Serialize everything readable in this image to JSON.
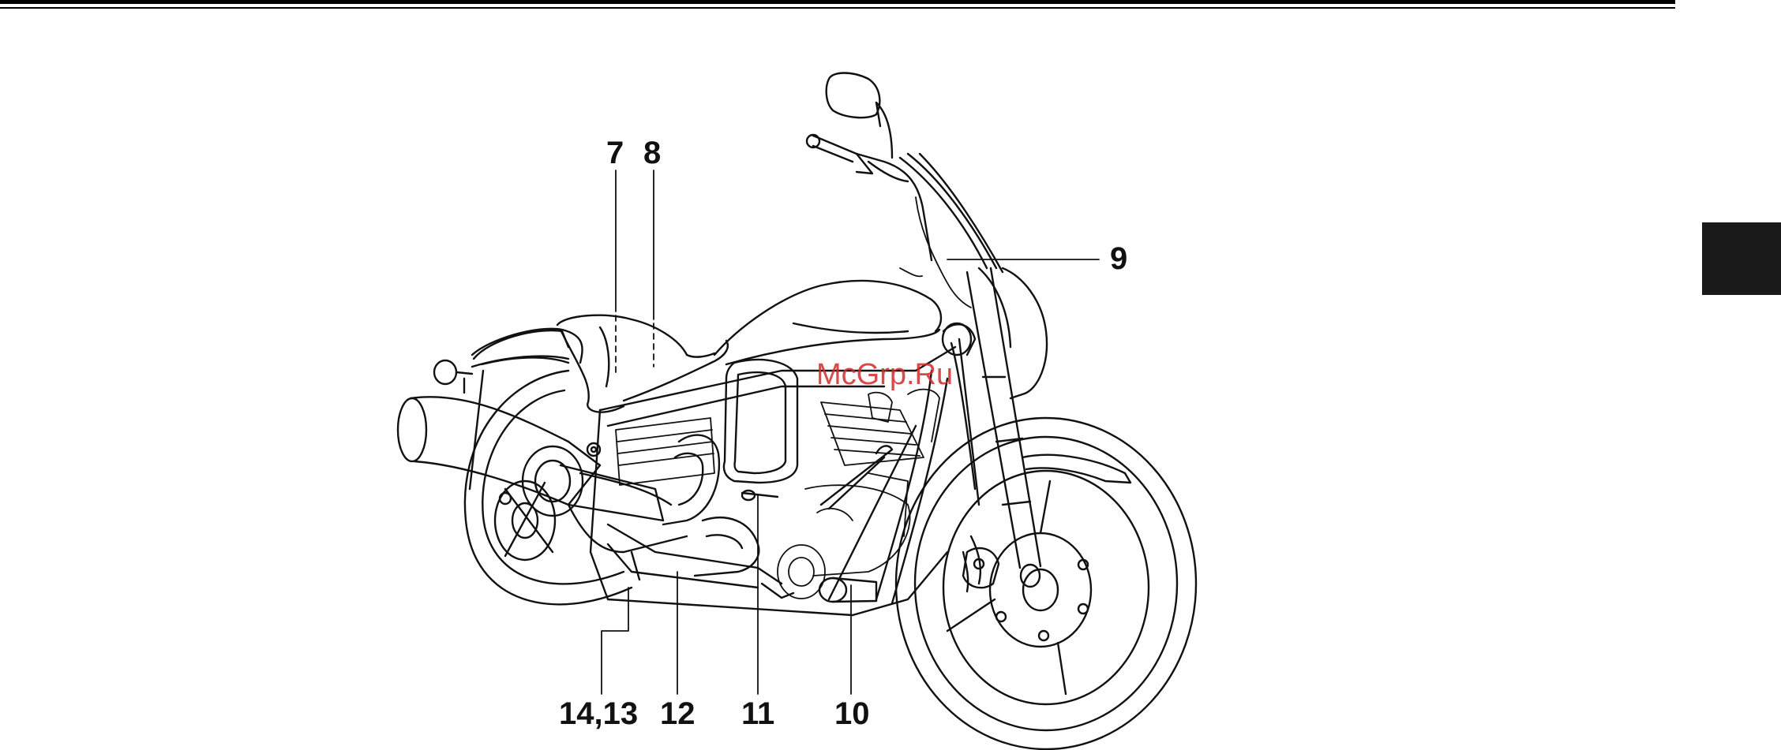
{
  "callouts": {
    "c7": "7",
    "c8": "8",
    "c9": "9",
    "c10": "10",
    "c11": "11",
    "c12": "12",
    "c1413": "14,13"
  },
  "watermark": "McGrp.Ru",
  "colors": {
    "ink": "#111111",
    "watermark": "#d42a2a",
    "tab": "#1a1a1a"
  }
}
